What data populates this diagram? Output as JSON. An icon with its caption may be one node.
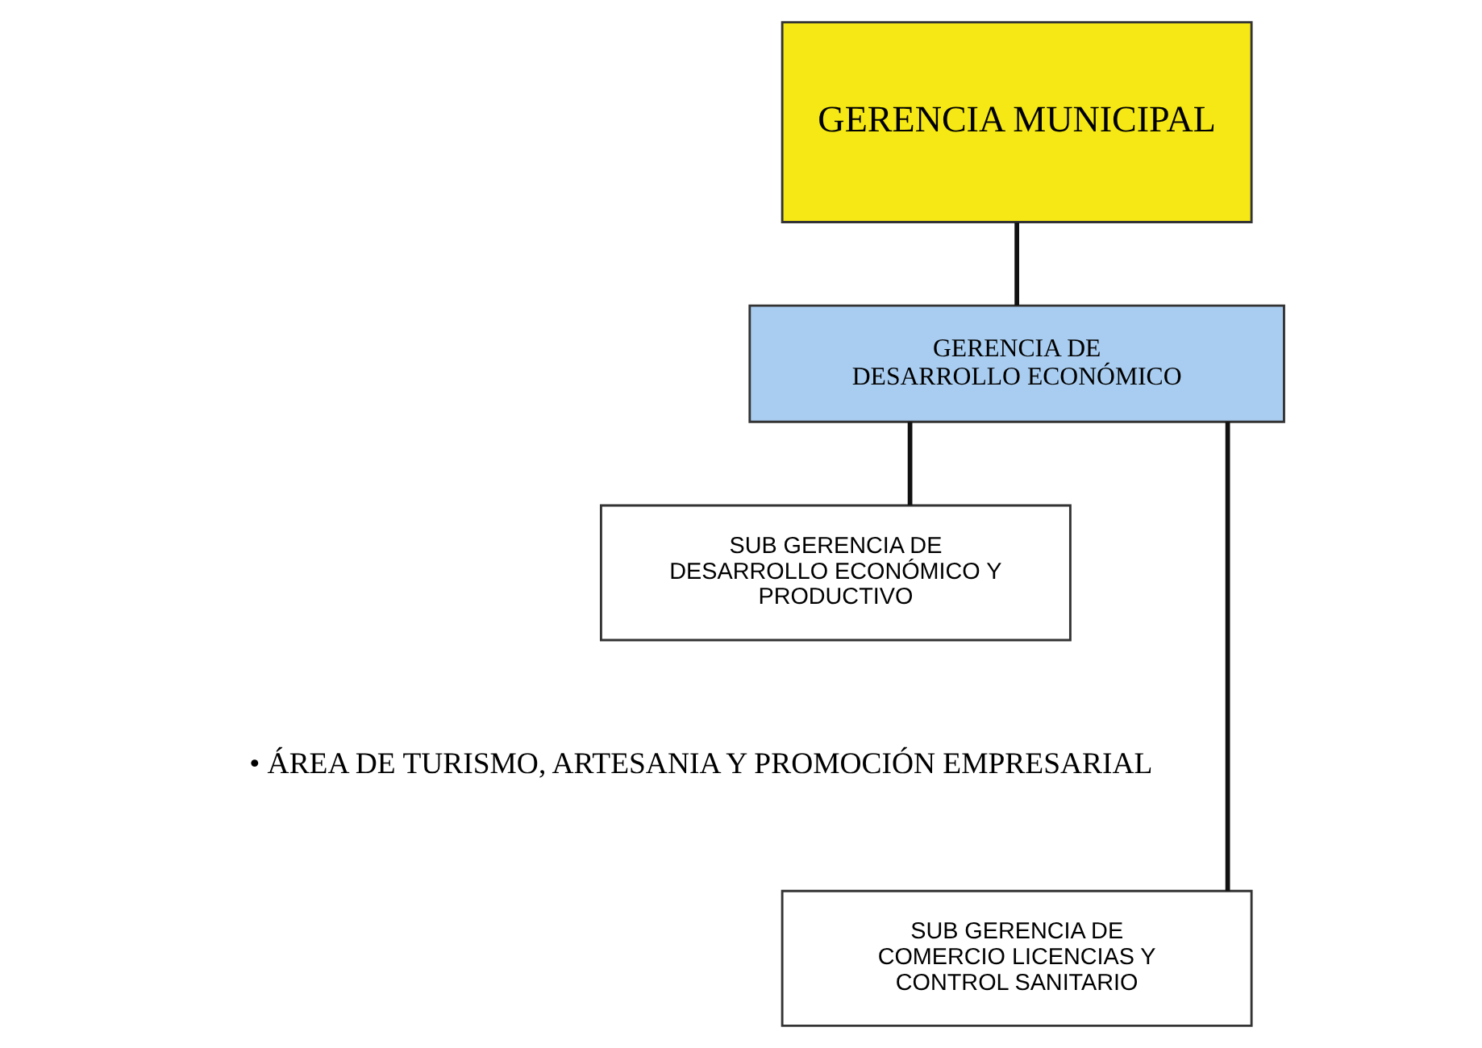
{
  "diagram": {
    "nodes": [
      {
        "text": [
          "GERENCIA MUNICIPAL"
        ]
      },
      {
        "text": [
          "GERENCIA DE DESARROLLO ECONÓMICO"
        ]
      },
      {
        "text": [
          "SUB GERENCIA DE DESARROLLO ECONÓMICO Y PRODUCTIVO"
        ]
      },
      {
        "text": [
          "SUB GERENCIA DE COMERCIO LICENCIAS Y CONTROL SANITARIO"
        ]
      }
    ],
    "edges": [
      {
        "from": 0,
        "to": 1,
        "arrow": "none"
      },
      {
        "from": 1,
        "to": 2,
        "arrow": "none"
      },
      {
        "from": 1,
        "to": 3,
        "arrow": "none"
      }
    ],
    "labels": [
      "• ÁREA DE TURISMO, ARTESANIA Y PROMOCIÓN EMPRESARIAL"
    ]
  }
}
